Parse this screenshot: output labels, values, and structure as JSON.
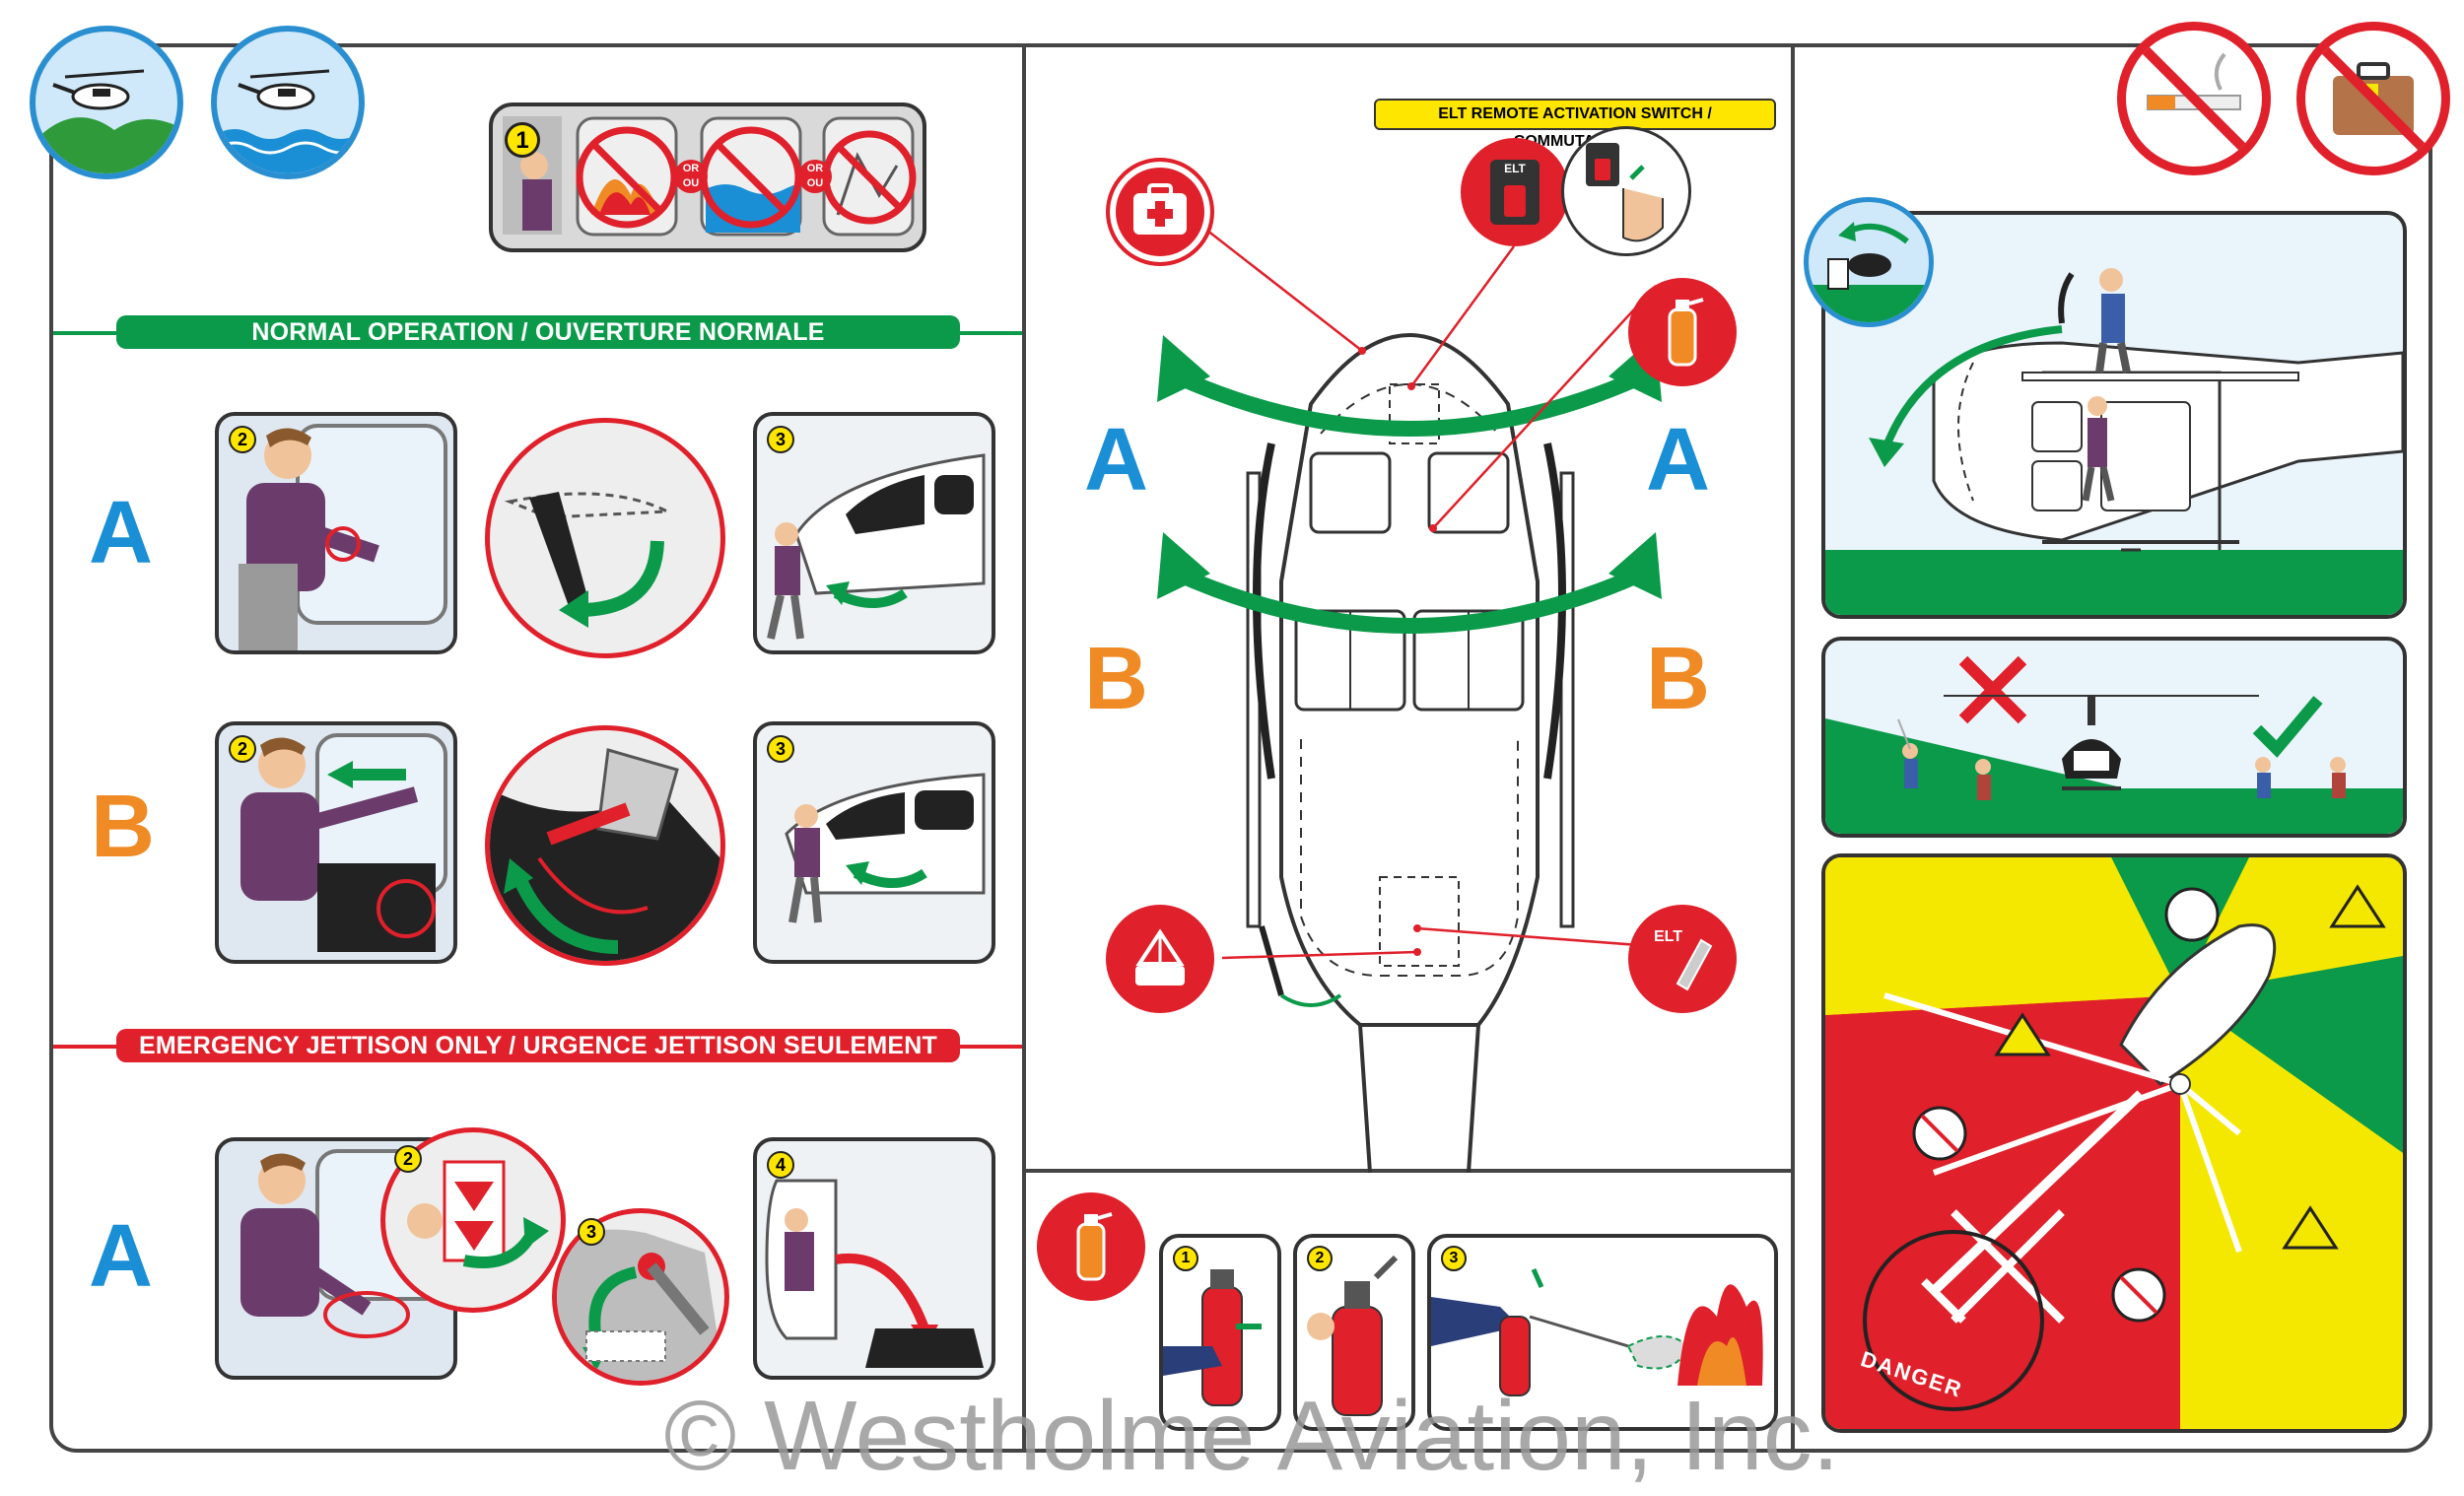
{
  "banners": {
    "normal_operation": "NORMAL OPERATION / OUVERTURE NORMALE",
    "emergency_jettison": "EMERGENCY JETTISON ONLY / URGENCE JETTISON SEULEMENT"
  },
  "letters": {
    "a": "A",
    "b": "B"
  },
  "step_numbers": {
    "one": "1",
    "two": "2",
    "three": "3",
    "four": "4"
  },
  "or_label": "OR\nOU",
  "elt_remote_label": "ELT REMOTE ACTIVATION SWITCH / COMMUTATEUR",
  "elt_text": "ELT",
  "danger_text": "DANGER",
  "watermark": "© Westholme Aviation, Inc.",
  "colors": {
    "green": "#0b9a4a",
    "red": "#e0202a",
    "blue": "#1a8fd6",
    "orange": "#f08a24",
    "yellow": "#f5e800"
  },
  "icons": {
    "land_ditching": "helicopter-over-land-icon",
    "water_ditching": "helicopter-over-water-icon",
    "no_smoking": "no-smoking-icon",
    "no_baggage": "no-baggage-icon",
    "first_aid": "first-aid-icon",
    "fire_extinguisher": "fire-extinguisher-icon",
    "survival_kit": "survival-kit-icon",
    "elt": "elt-icon"
  }
}
